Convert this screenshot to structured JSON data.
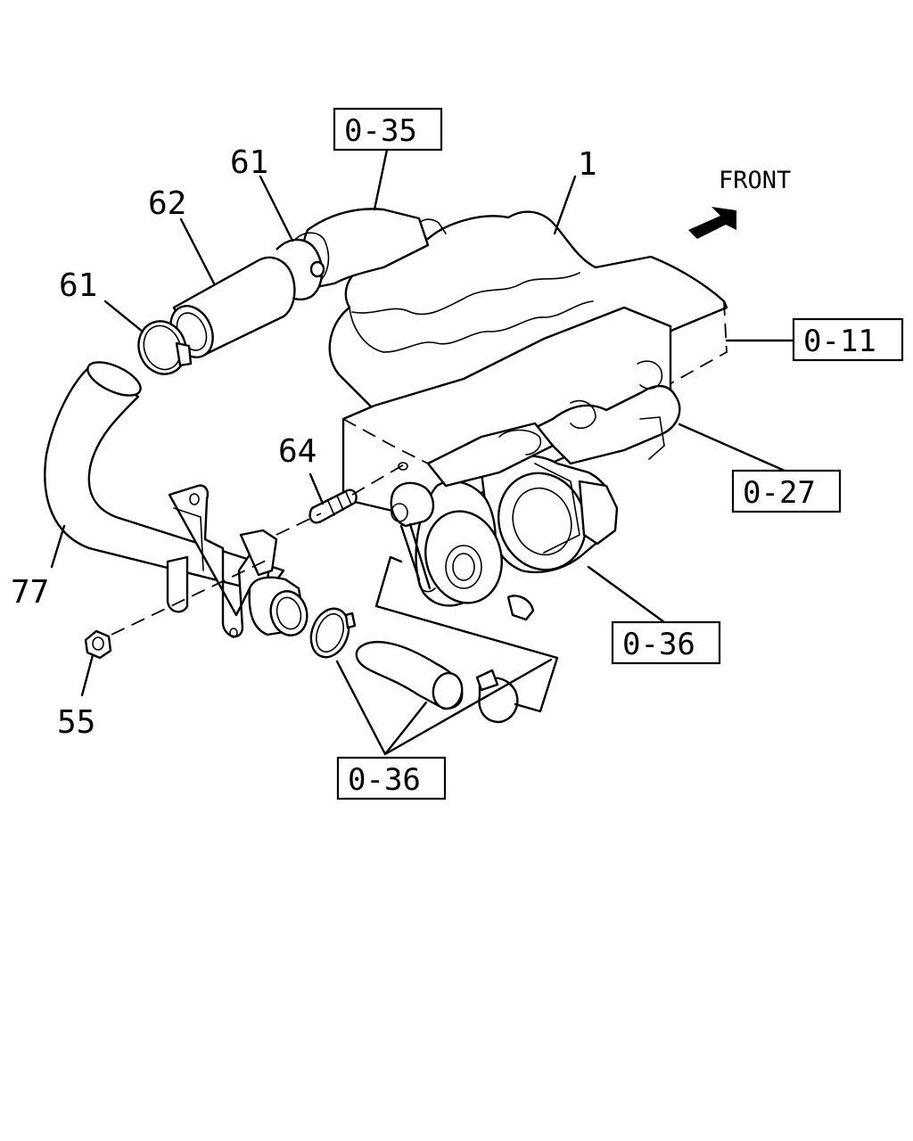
{
  "direction_label": "FRONT",
  "part_numbers": {
    "engine": "1",
    "clamp_upper": "61",
    "hose": "62",
    "clamp_lower": "61",
    "stud": "64",
    "pipe": "77",
    "nut": "55"
  },
  "references": {
    "upper_hose": "0-35",
    "cylinder_block": "0-11",
    "manifold": "0-27",
    "turbocharger": "0-36",
    "lower_hoses": "0-36"
  },
  "icons": [
    "front-arrow-icon"
  ]
}
